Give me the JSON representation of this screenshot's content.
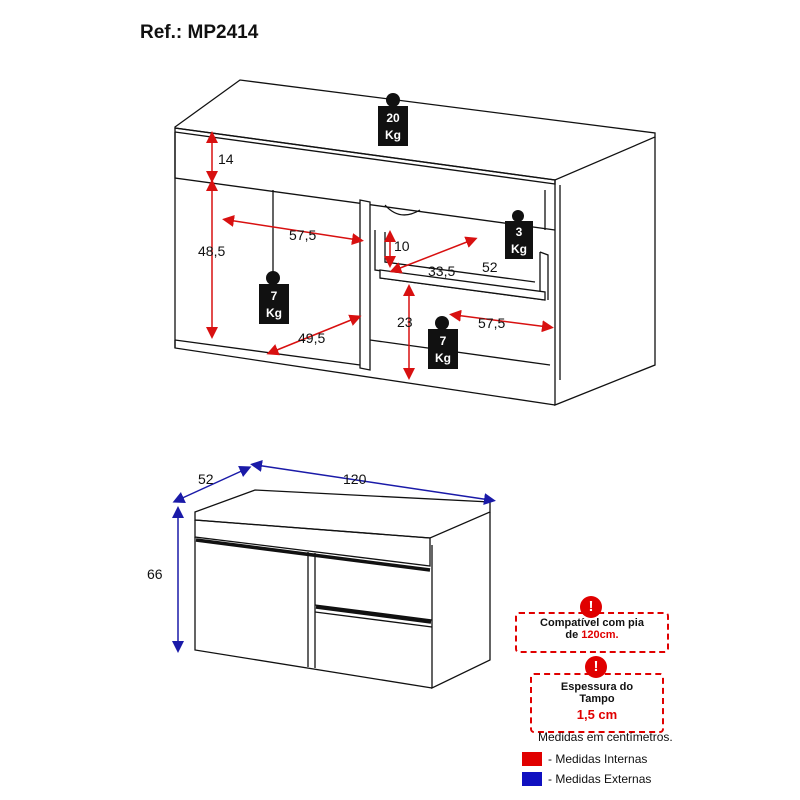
{
  "reference": "Ref.: MP2414",
  "weights": {
    "top": {
      "value": "20",
      "unit": "Kg"
    },
    "drawer": {
      "value": "3",
      "unit": "Kg"
    },
    "left_shelf": {
      "value": "7",
      "unit": "Kg"
    },
    "right_shelf": {
      "value": "7",
      "unit": "Kg"
    }
  },
  "internal_dims": {
    "top_space_height": "14",
    "left_width": "57,5",
    "left_height": "48,5",
    "left_depth": "49,5",
    "drawer_height": "10",
    "drawer_width": "33,5",
    "drawer_depth": "52",
    "right_lower_height": "23",
    "right_lower_depth": "57,5"
  },
  "external_dims": {
    "depth": "52",
    "width": "120",
    "height": "66"
  },
  "notes": {
    "sink_line1": "Compatível com pia",
    "sink_line2_prefix": "de ",
    "sink_line2_value": "120cm.",
    "top_title_line1": "Espessura do",
    "top_title_line2": "Tampo",
    "top_value": "1,5 cm"
  },
  "legend": {
    "caption": "Medidas em centímetros.",
    "internal": "- Medidas Internas",
    "external": "- Medidas Externas",
    "internal_color": "#e00000",
    "external_color": "#1010c0"
  },
  "icons": {
    "weight": "weight-icon",
    "warning": "exclamation-icon"
  }
}
